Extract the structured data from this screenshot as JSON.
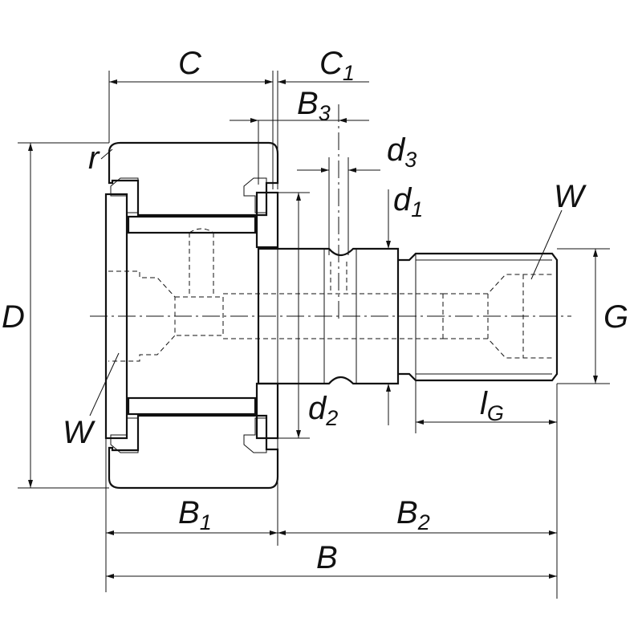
{
  "labels": {
    "C": "C",
    "C1": {
      "main": "C",
      "sub": "1"
    },
    "B3": {
      "main": "B",
      "sub": "3"
    },
    "d3": {
      "main": "d",
      "sub": "3"
    },
    "d1": {
      "main": "d",
      "sub": "1"
    },
    "d2": {
      "main": "d",
      "sub": "2"
    },
    "r": "r",
    "W_right": "W",
    "W_left": "W",
    "D": "D",
    "G": "G",
    "lG": {
      "main": "l",
      "sub": "G"
    },
    "B1": {
      "main": "B",
      "sub": "1"
    },
    "B2": {
      "main": "B",
      "sub": "2"
    },
    "B": "B"
  },
  "colors": {
    "line": "#111111",
    "background": "#ffffff"
  }
}
